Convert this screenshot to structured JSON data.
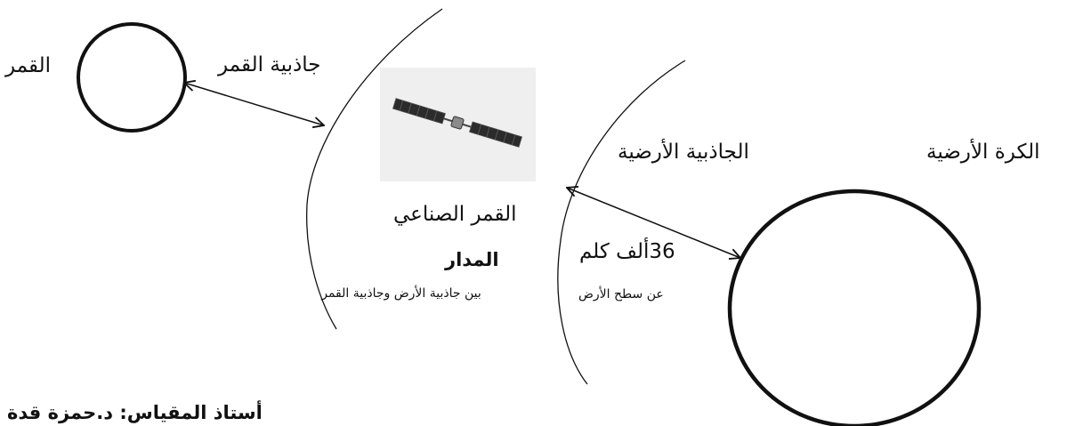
{
  "labels": {
    "moon": "القمر",
    "moon_gravity": "جاذبية القمر",
    "earth": "الكرة الأرضية",
    "earth_gravity": "الجاذبية الأرضية",
    "satellite": "القمر الصناعي",
    "orbit": "المدار",
    "orbit_desc": "بين جاذبية الأرض وجاذبية القمر",
    "distance": "36ألف كلم",
    "distance_desc": "عن سطح الأرض",
    "author": "أستاذ المقياس: د.حمزة قدة"
  },
  "colors": {
    "ink": "#111111",
    "photo_bg": "#efefef",
    "panel": "#2b2b2b"
  },
  "icons": {
    "satellite": "satellite-icon"
  }
}
